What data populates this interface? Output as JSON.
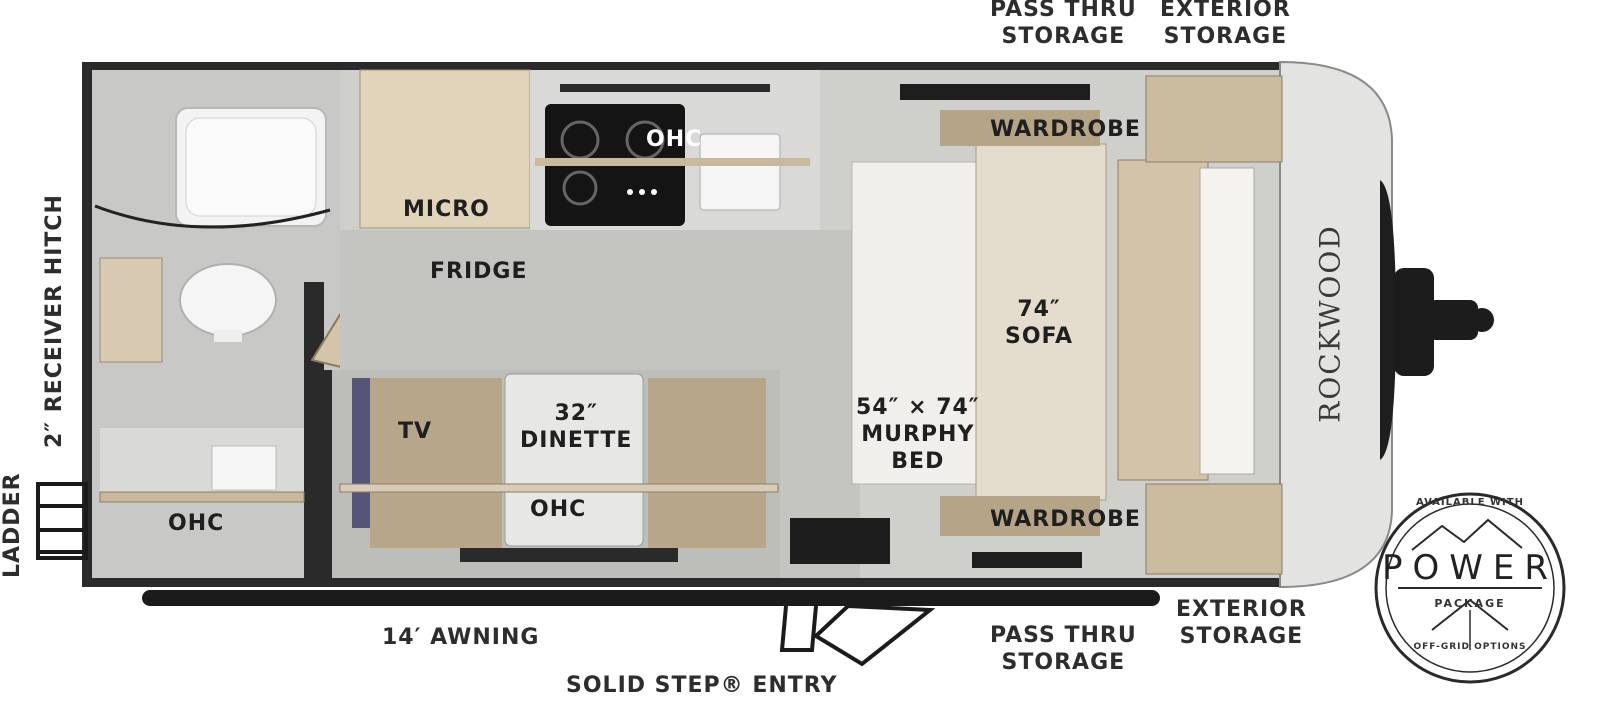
{
  "labels": {
    "pass_thru_storage_top": [
      "PASS THRU",
      "STORAGE"
    ],
    "exterior_storage_top": [
      "EXTERIOR",
      "STORAGE"
    ],
    "receiver_hitch": "2″ RECEIVER HITCH",
    "ladder": "LADDER",
    "micro": "MICRO",
    "ohc_kitchen": "OHC",
    "fridge": "FRIDGE",
    "wardrobe_top": "WARDROBE",
    "sofa": [
      "74″",
      "SOFA"
    ],
    "murphy_bed": [
      "54″ × 74″",
      "MURPHY",
      "BED"
    ],
    "tv": "TV",
    "dinette": [
      "32″",
      "DINETTE"
    ],
    "ohc_dinette": "OHC",
    "ohc_bath": "OHC",
    "wardrobe_bottom": "WARDROBE",
    "awning": "14′ AWNING",
    "pass_thru_storage_bottom": [
      "PASS THRU",
      "STORAGE"
    ],
    "exterior_storage_bottom": [
      "EXTERIOR",
      "STORAGE"
    ],
    "entry": "SOLID STEP® ENTRY"
  },
  "brand": {
    "name": "ROCKWOOD"
  },
  "badge": {
    "top_text": "AVAILABLE WITH",
    "word": "POWER",
    "sub": "PACKAGE",
    "bottom_text": "OFF-GRID OPTIONS"
  }
}
